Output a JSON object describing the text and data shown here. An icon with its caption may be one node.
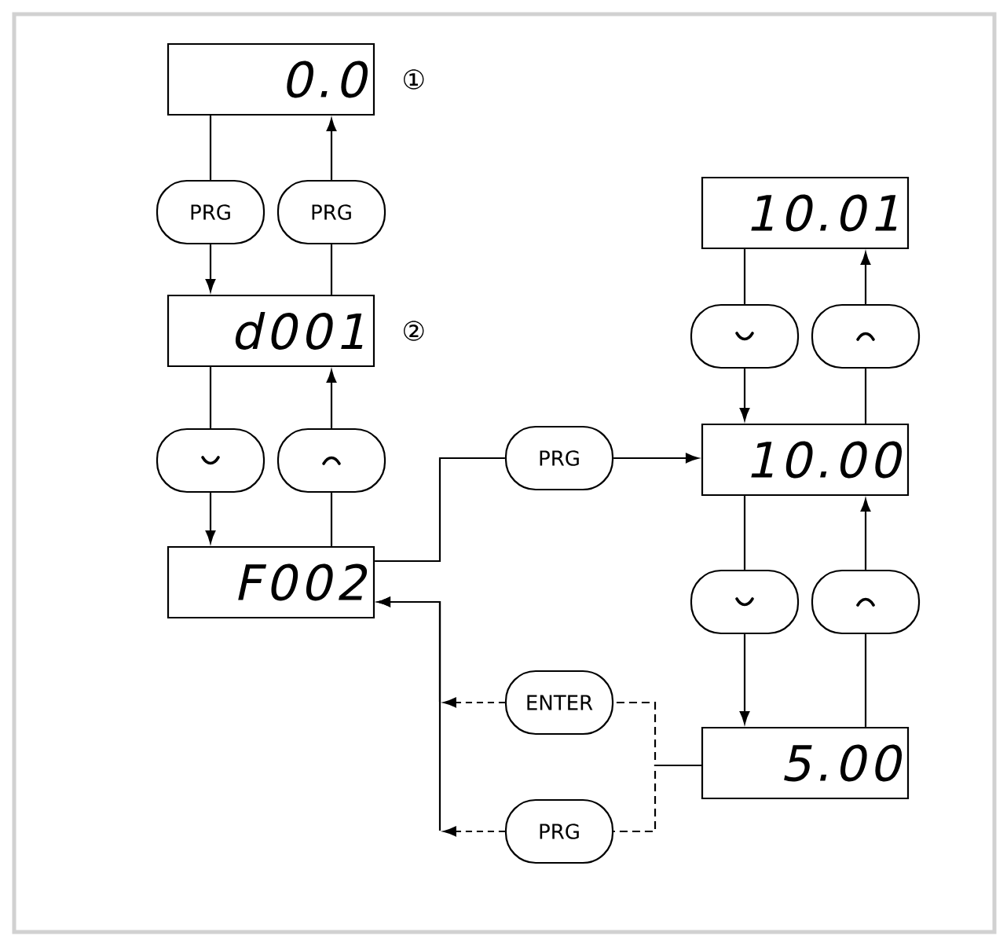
{
  "diagram": {
    "nodes": [
      {
        "text": [
          "0.0"
        ],
        "beside": [
          "①"
        ]
      },
      {
        "text": [
          "PRG"
        ]
      },
      {
        "text": [
          "PRG"
        ]
      },
      {
        "text": [
          "d001"
        ],
        "beside": [
          "②"
        ]
      },
      {
        "text": [],
        "shape": "oval"
      },
      {
        "text": [],
        "shape": "oval"
      },
      {
        "text": [
          "F002"
        ]
      },
      {
        "text": [
          "PRG"
        ]
      },
      {
        "text": [
          "10.01"
        ]
      },
      {
        "text": [],
        "shape": "oval"
      },
      {
        "text": [],
        "shape": "oval"
      },
      {
        "text": [
          "10.00"
        ]
      },
      {
        "text": [],
        "shape": "oval"
      },
      {
        "text": [],
        "shape": "oval"
      },
      {
        "text": [
          "ENTER"
        ]
      },
      {
        "text": [
          "5.00"
        ]
      },
      {
        "text": [
          "PRG"
        ]
      }
    ],
    "edges": [
      {
        "from": 0,
        "to": 1,
        "arrow": "none"
      },
      {
        "from": 1,
        "to": 3,
        "arrow": "to"
      },
      {
        "from": 3,
        "to": 2,
        "arrow": "none"
      },
      {
        "from": 2,
        "to": 0,
        "arrow": "to"
      },
      {
        "from": 3,
        "to": 4,
        "arrow": "none"
      },
      {
        "from": 4,
        "to": 6,
        "arrow": "to"
      },
      {
        "from": 6,
        "to": 5,
        "arrow": "none"
      },
      {
        "from": 5,
        "to": 3,
        "arrow": "to"
      },
      {
        "from": 6,
        "to": 7,
        "arrow": "none"
      },
      {
        "from": 7,
        "to": 11,
        "arrow": "to"
      },
      {
        "from": 8,
        "to": 9,
        "arrow": "none"
      },
      {
        "from": 9,
        "to": 11,
        "arrow": "to"
      },
      {
        "from": 11,
        "to": 10,
        "arrow": "none"
      },
      {
        "from": 10,
        "to": 8,
        "arrow": "to"
      },
      {
        "from": 11,
        "to": 12,
        "arrow": "none"
      },
      {
        "from": 12,
        "to": 15,
        "arrow": "to"
      },
      {
        "from": 15,
        "to": 13,
        "arrow": "none"
      },
      {
        "from": 13,
        "to": 11,
        "arrow": "to"
      },
      {
        "from": 15,
        "to": 14,
        "arrow": "none",
        "style": "dashed"
      },
      {
        "from": 15,
        "to": 16,
        "arrow": "none",
        "style": "dashed"
      },
      {
        "from": 14,
        "to": 6,
        "arrow": "to",
        "style": "dashed"
      },
      {
        "from": 16,
        "to": 6,
        "arrow": "to",
        "style": "dashed"
      }
    ]
  }
}
